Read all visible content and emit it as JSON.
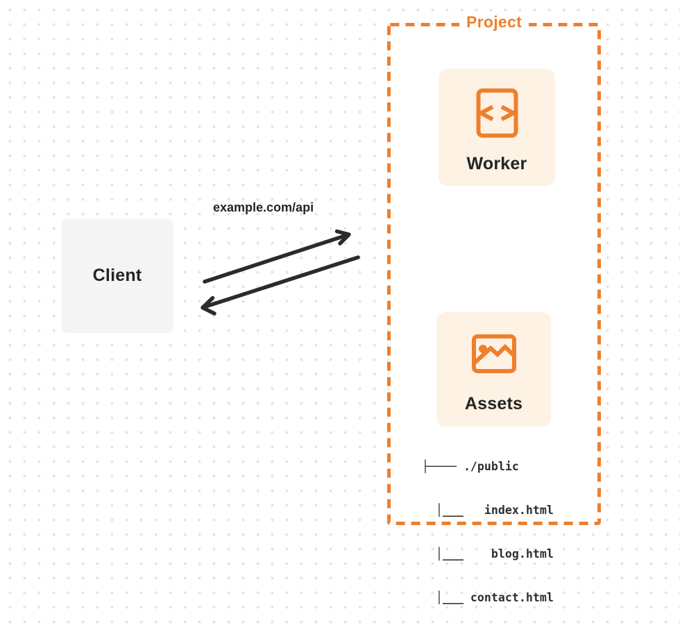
{
  "client": {
    "label": "Client"
  },
  "request": {
    "label": "example.com/api"
  },
  "project": {
    "title": "Project",
    "cards": [
      {
        "label": "Worker",
        "icon": "code-file-icon"
      },
      {
        "label": "Assets",
        "icon": "image-icon"
      }
    ],
    "file_tree": {
      "lines": [
        "├──── ./public",
        "  │___   index.html",
        "  │___    blog.html",
        "  │___ contact.html"
      ]
    }
  },
  "colors": {
    "accent": "#EE7F2C",
    "card_bg": "#FDF2E3",
    "client_bg": "#F4F4F5",
    "ink": "#242424",
    "arrow": "#2B2B2B",
    "tree_ink": "#2E2E2E",
    "dot": "#E4E4E6"
  }
}
